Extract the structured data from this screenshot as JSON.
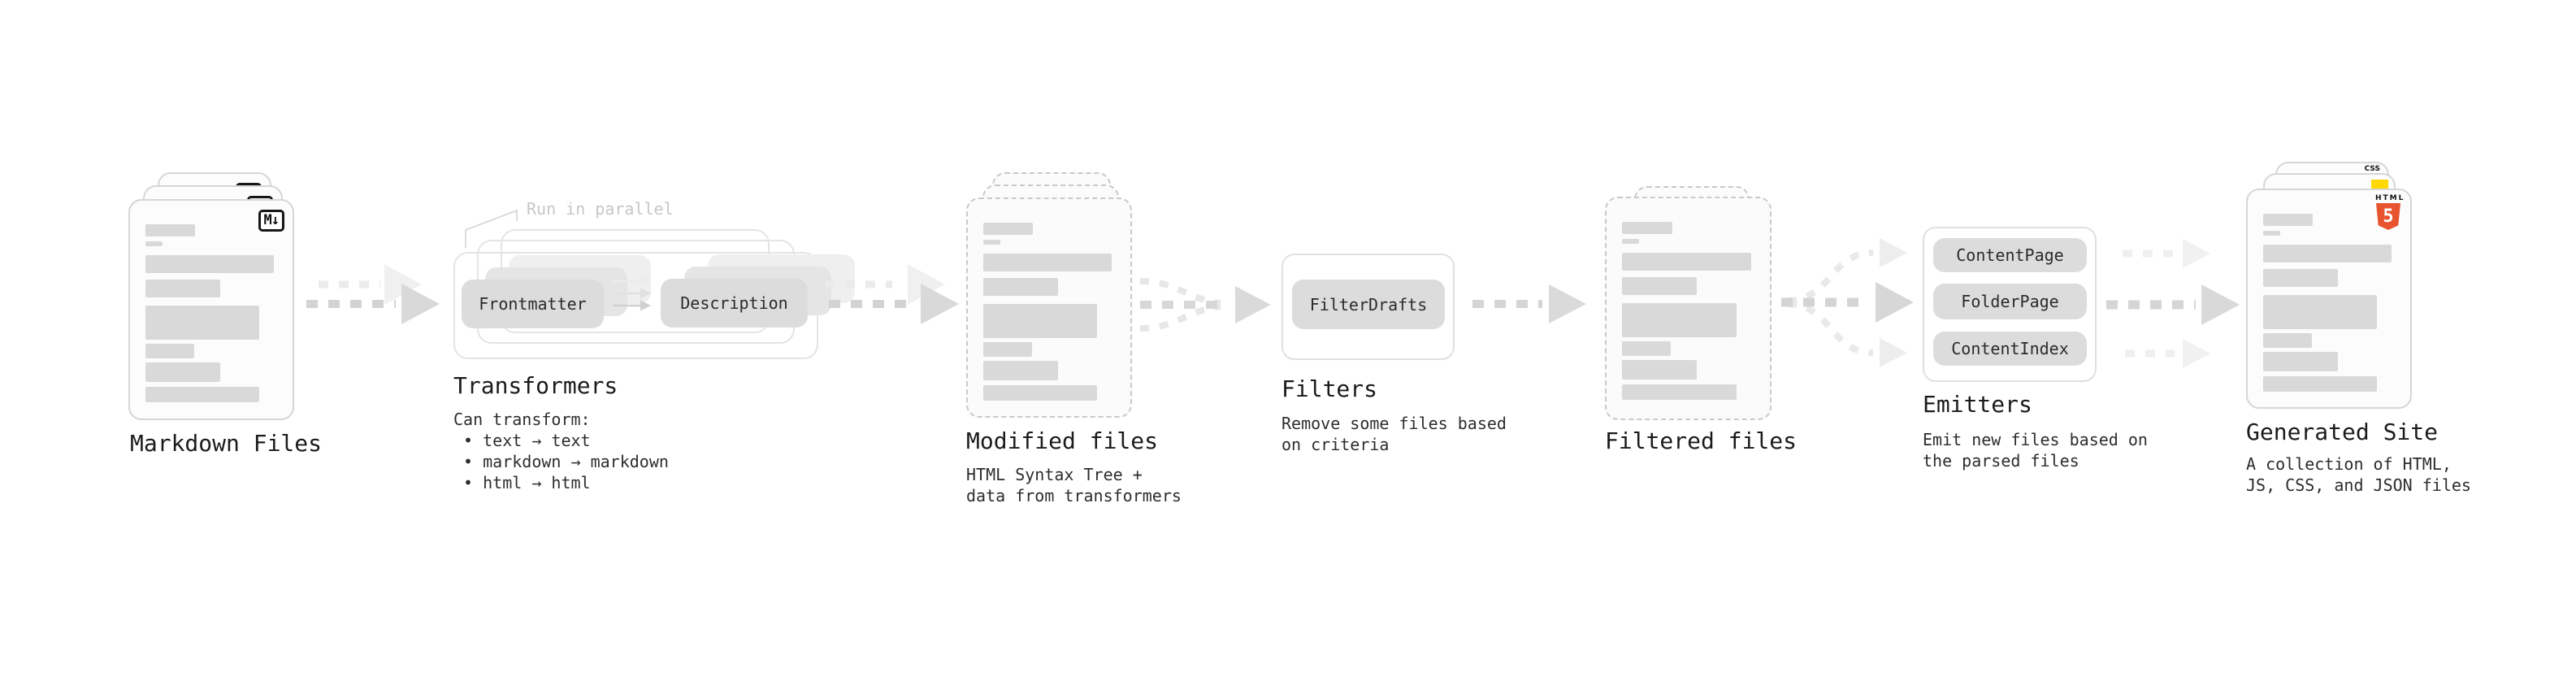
{
  "background": "#ffffff",
  "colors": {
    "html5_orange": "#e8542e",
    "js_yellow": "#ffd900",
    "css_blue": "#2962ff",
    "doc_border": "#d6d6d6",
    "dashed_border": "#c9c9c9",
    "bar_gray": "#d9d9d9",
    "button_gray": "#dcdcdc",
    "arrow_gray": "#d4d4d4",
    "arrow_light": "#ededed",
    "note_gray": "#c7c7c7"
  },
  "doc_bars": [
    {
      "w": 38,
      "h": 15,
      "mt": 0
    },
    {
      "w": 13,
      "h": 6,
      "mt": 6
    },
    {
      "w": 98,
      "h": 22,
      "mt": 11
    },
    {
      "w": 57,
      "h": 22,
      "mt": 8
    },
    {
      "w": 87,
      "h": 42,
      "mt": 10
    },
    {
      "w": 37,
      "h": 18,
      "mt": 5
    },
    {
      "w": 57,
      "h": 24,
      "mt": 5
    },
    {
      "w": 87,
      "h": 19,
      "mt": 6
    }
  ],
  "stages": {
    "markdown_files": {
      "title": "Markdown Files",
      "badge": "M↓"
    },
    "transformers": {
      "title": "Transformers",
      "note": "Run in parallel",
      "buttons": {
        "frontmatter": "Frontmatter",
        "description": "Description"
      },
      "description": "Can transform:\n • text → text\n • markdown → markdown\n • html → html"
    },
    "modified_files": {
      "title": "Modified files",
      "description": "HTML Syntax Tree +\ndata from transformers"
    },
    "filters": {
      "title": "Filters",
      "buttons": {
        "filter_drafts": "FilterDrafts"
      },
      "description": "Remove some files based\non criteria"
    },
    "filtered_files": {
      "title": "Filtered files"
    },
    "emitters": {
      "title": "Emitters",
      "buttons": {
        "content_page": "ContentPage",
        "folder_page": "FolderPage",
        "content_index": "ContentIndex"
      },
      "description": "Emit new files based on\nthe parsed files"
    },
    "generated_site": {
      "title": "Generated Site",
      "badges": {
        "html_word": "HTML",
        "html_number": "5",
        "css": "CSS"
      },
      "description": "A collection of HTML,\nJS, CSS, and JSON files"
    }
  }
}
